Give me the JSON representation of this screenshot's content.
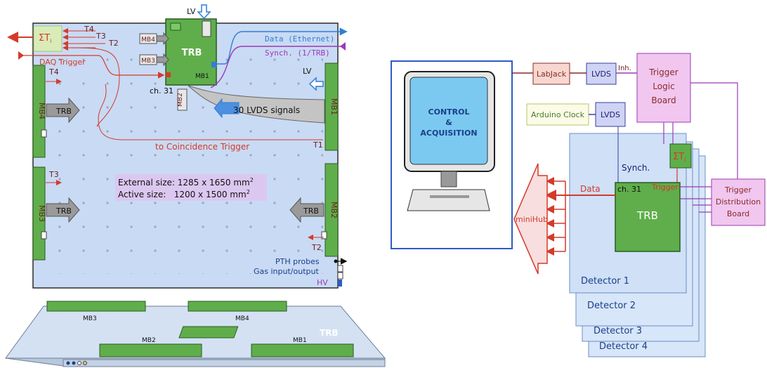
{
  "left": {
    "lv_top": "LV",
    "lv_right": "LV",
    "trb": "TRB",
    "mb4": "MB4",
    "mb3": "MB3",
    "mb1": "MB1",
    "mb2": "MB2",
    "sigma_t": "ΣT",
    "sigma_sub": "i",
    "t1": "T1",
    "t2": "T2",
    "t3": "T3",
    "t4": "T4",
    "daq_trigger": "DAQ Trigger",
    "ch31": "ch. 31",
    "data_ethernet": "Data (Ethernet)",
    "synch": "Synch. (1/TRB)",
    "lvds_signals": "30 LVDS signals",
    "to_coincidence": "to Coincidence Trigger",
    "ext_size_label": "External size: 1285 x 1650 mm",
    "act_size_label": "Active size:   1200 x 1500 mm",
    "sup2": "2",
    "pth": "PTH probes",
    "gas": "Gas input/output",
    "hv": "HV"
  },
  "bottom": {
    "mb3": "MB3",
    "mb4": "MB4",
    "mb2": "MB2",
    "mb1": "MB1",
    "trb": "TRB"
  },
  "right": {
    "control": "CONTROL",
    "amp": "&",
    "acquisition": "ACQUISITION",
    "labjack": "LabJack",
    "lvds1": "LVDS",
    "lvds2": "LVDS",
    "inh": "Inh.",
    "tlb1": "Trigger",
    "tlb2": "Logic",
    "tlb3": "Board",
    "arduino": "Arduino Clock",
    "sigma_t": "ΣT",
    "sigma_sub": "i",
    "synch": "Synch.",
    "ch31": "ch. 31",
    "trigger": "Trigger",
    "data": "Data",
    "trb": "TRB",
    "minihub": "miniHub",
    "tdb1": "Trigger",
    "tdb2": "Distribution",
    "tdb3": "Board",
    "det1": "Detector 1",
    "det2": "Detector 2",
    "det3": "Detector 3",
    "det4": "Detector 4"
  },
  "colors": {
    "chamber_fill": "#c9daf4",
    "board_green": "#5fae4b",
    "trigger_red": "#d43a2a",
    "data_blue": "#2f7fd6",
    "synch_purple": "#9b3bb5",
    "pink_fill": "#f1c6ef",
    "lavender_fill": "#cfd3f5",
    "salmon_fill": "#f7d7cf"
  }
}
